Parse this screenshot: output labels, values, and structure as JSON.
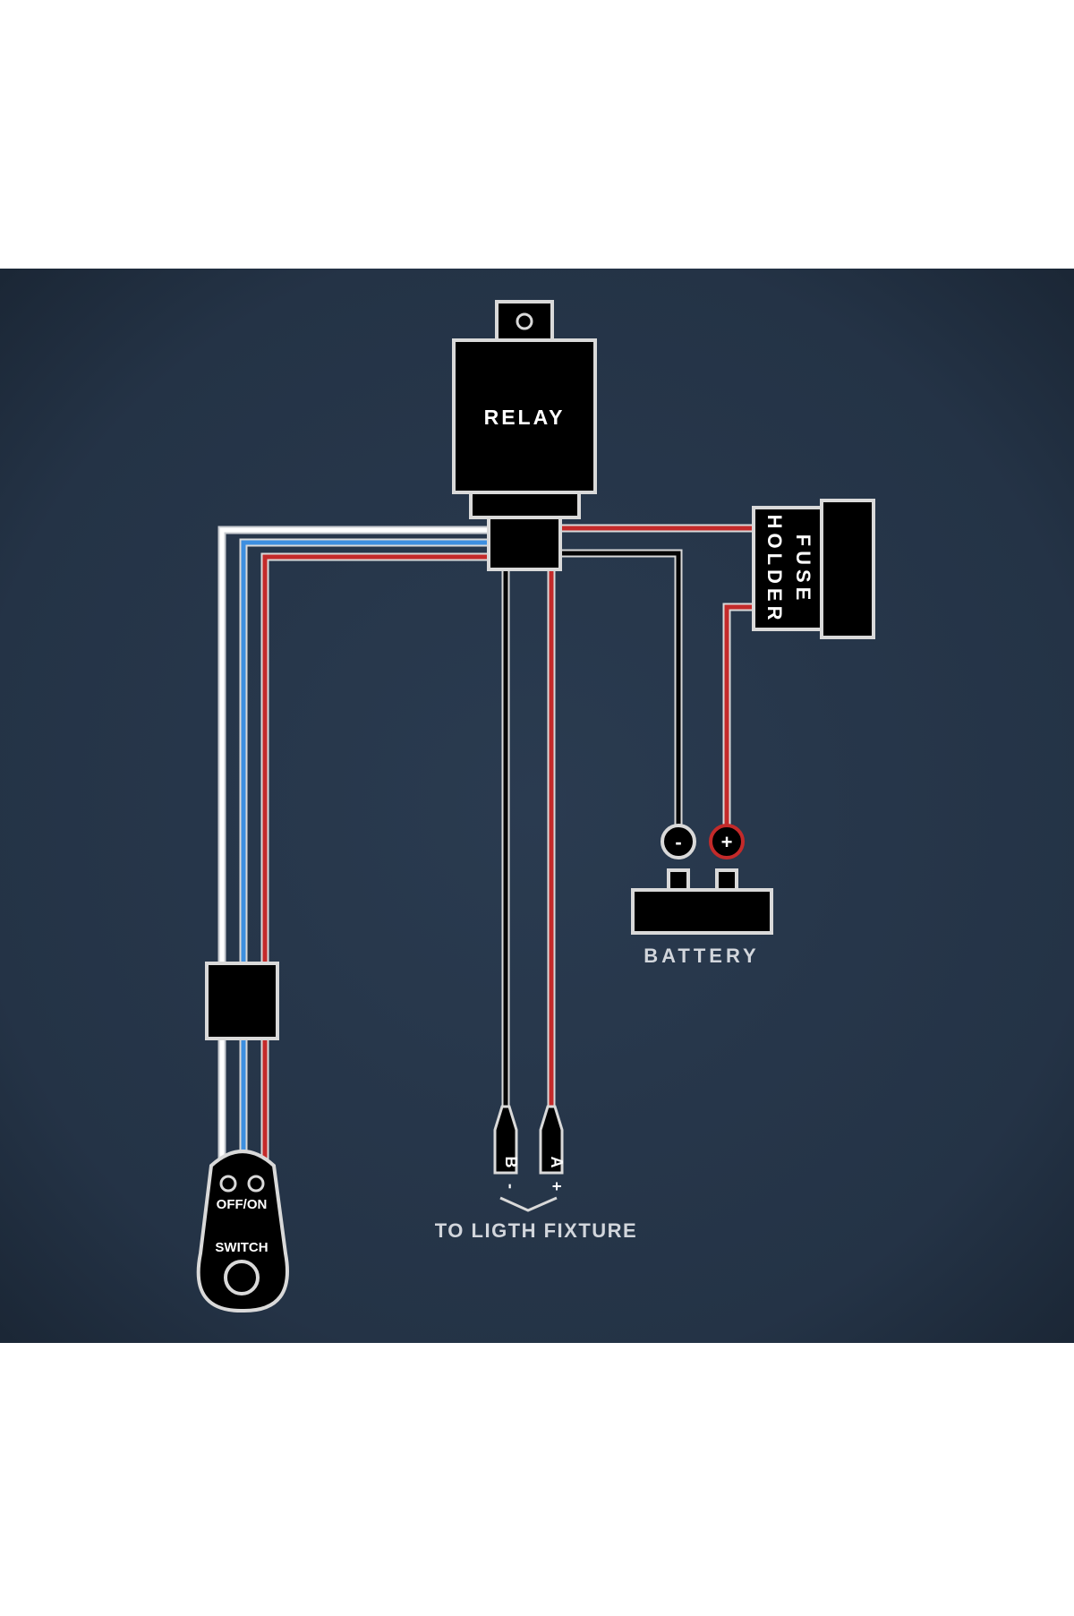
{
  "labels": {
    "relay": "RELAY",
    "fuse_holder_line1": "FUSE",
    "fuse_holder_line2": "HOLDER",
    "battery": "BATTERY",
    "battery_minus": "-",
    "battery_plus": "+",
    "switch_off_on": "OFF/ON",
    "switch": "SWITCH",
    "connector_b": "B",
    "connector_a": "A",
    "connector_b_polarity": "-",
    "connector_a_polarity": "+",
    "light_fixture": "TO LIGTH FIXTURE"
  },
  "colors": {
    "page_background": "#ffffff",
    "panel_background": "#273649",
    "component_fill": "#000000",
    "component_outline": "#d9d9d9",
    "wire_white": "#ffffff",
    "wire_blue": "#3d8fe0",
    "wire_red": "#c42a2a",
    "wire_black": "#050505",
    "label_light": "#ffffff",
    "label_dim": "#d2d6dc"
  }
}
